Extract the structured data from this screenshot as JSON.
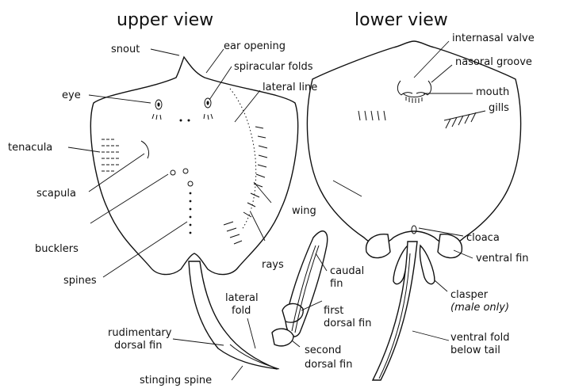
{
  "titles": {
    "upper": "upper view",
    "lower": "lower view"
  },
  "labels": {
    "snout": "snout",
    "ear_opening": "ear opening",
    "spiracular_folds": "spiracular folds",
    "lateral_line": "lateral line",
    "eye": "eye",
    "tenacula": "tenacula",
    "scapula": "scapula",
    "bucklers": "bucklers",
    "spines": "spines",
    "wing": "wing",
    "rays": "rays",
    "caudal_fin_1": "caudal",
    "caudal_fin_2": "fin",
    "lateral_fold_1": "lateral",
    "lateral_fold_2": "fold",
    "first_dorsal_1": "first",
    "first_dorsal_2": "dorsal fin",
    "rudimentary_1": "rudimentary",
    "rudimentary_2": "dorsal fin",
    "second_dorsal_1": "second",
    "second_dorsal_2": "dorsal fin",
    "stinging_spine": "stinging spine",
    "internasal_valve": "internasal valve",
    "nasoral_groove": "nasoral groove",
    "mouth": "mouth",
    "gills": "gills",
    "cloaca": "cloaca",
    "ventral_fin": "ventral fin",
    "clasper": "clasper",
    "male_only": "(male only)",
    "ventral_fold_1": "ventral fold",
    "ventral_fold_2": "below tail"
  }
}
